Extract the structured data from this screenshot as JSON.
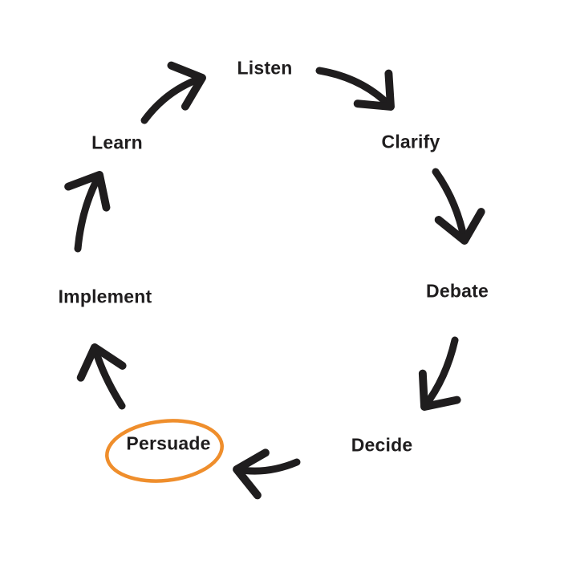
{
  "diagram": {
    "type": "cycle",
    "steps": [
      {
        "label": "Listen",
        "highlighted": false
      },
      {
        "label": "Clarify",
        "highlighted": false
      },
      {
        "label": "Debate",
        "highlighted": false
      },
      {
        "label": "Decide",
        "highlighted": false
      },
      {
        "label": "Persuade",
        "highlighted": true
      },
      {
        "label": "Implement",
        "highlighted": false
      },
      {
        "label": "Learn",
        "highlighted": false
      }
    ],
    "colors": {
      "arrow": "#1f1d1e",
      "text": "#1f1d1e",
      "highlight": "#ef8e2c",
      "background": "#ffffff"
    }
  }
}
